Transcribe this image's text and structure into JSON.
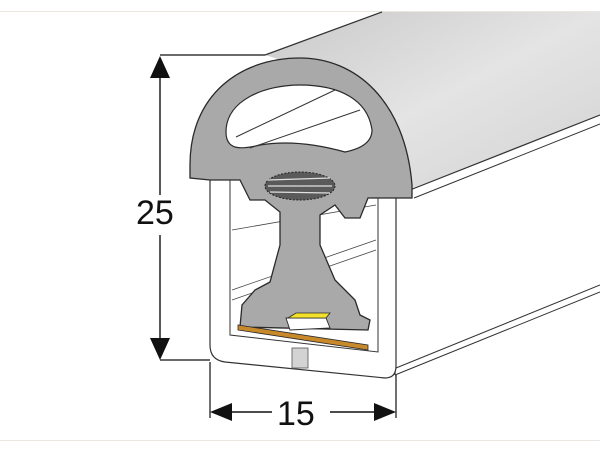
{
  "diagram": {
    "subject": "LED neon flex profile cross-section",
    "dimensions": {
      "height": {
        "value": "25",
        "axis": "vertical"
      },
      "width": {
        "value": "15",
        "axis": "horizontal"
      }
    },
    "colors": {
      "profile_gray": "#a9a9a9",
      "profile_light": "#d6d6d6",
      "outline": "#2a2a2a",
      "led_chip": "#f3e12a",
      "pcb_strip": "#c8892b",
      "background": "#ffffff"
    },
    "parts": [
      "diffuser-dome",
      "inner-channel",
      "led-chip",
      "pcb-strip",
      "housing"
    ]
  }
}
